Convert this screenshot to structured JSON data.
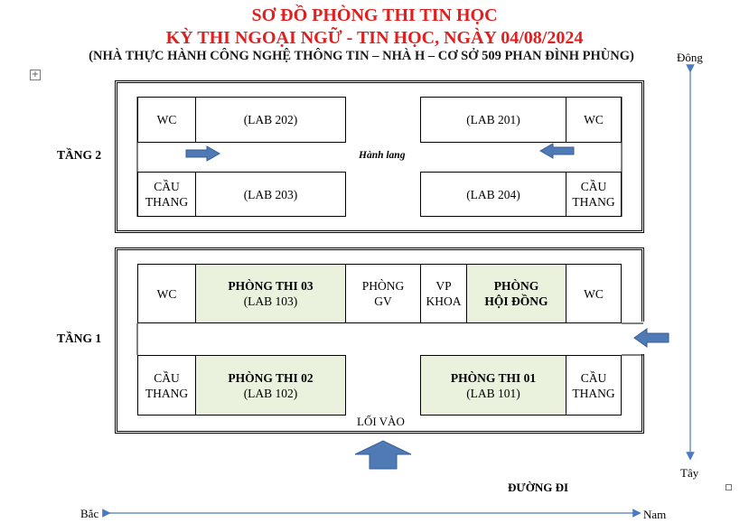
{
  "title": {
    "line1": "SƠ ĐỒ PHÒNG THI TIN HỌC",
    "line2": "KỲ THI NGOẠI NGỮ - TIN HỌC, NGÀY 04/08/2024",
    "line3": "(NHÀ THỰC HÀNH CÔNG NGHỆ THÔNG TIN – NHÀ H – CƠ SỞ 509 PHAN ĐÌNH PHÙNG)"
  },
  "compass": {
    "east": "Đông",
    "west": "Tây",
    "north": "Bắc",
    "south": "Nam"
  },
  "floor2": {
    "label": "TẦNG 2",
    "hallway": "Hành lang",
    "rooms": {
      "wc_left": "WC",
      "lab202": "(LAB 202)",
      "lab201": "(LAB 201)",
      "wc_right": "WC",
      "stairs_left": [
        "CẦU",
        "THANG"
      ],
      "lab203": "(LAB 203)",
      "lab204": "(LAB 204)",
      "stairs_right": [
        "CẦU",
        "THANG"
      ]
    }
  },
  "floor1": {
    "label": "TẦNG 1",
    "rooms": {
      "wc_left": "WC",
      "exam03": {
        "name": "PHÒNG THI 03",
        "lab": "(LAB 103)"
      },
      "teachers": [
        "PHÒNG",
        "GV"
      ],
      "faculty_office": [
        "VP",
        "KHOA"
      ],
      "council": [
        "PHÒNG",
        "HỘI ĐỒNG"
      ],
      "wc_right": "WC",
      "stairs_left": [
        "CẦU",
        "THANG"
      ],
      "exam02": {
        "name": "PHÒNG THI 02",
        "lab": "(LAB 102)"
      },
      "exam01": {
        "name": "PHÒNG THI 01",
        "lab": "(LAB 101)"
      },
      "stairs_right": [
        "CẦU",
        "THANG"
      ]
    },
    "entrance": "LỐI VÀO"
  },
  "road": "ĐƯỜNG ĐI",
  "colors": {
    "title": "#e02020",
    "exam_room": "#eaf1dd",
    "arrow": "#4f7ab5",
    "axis": "#4a7ac0"
  }
}
